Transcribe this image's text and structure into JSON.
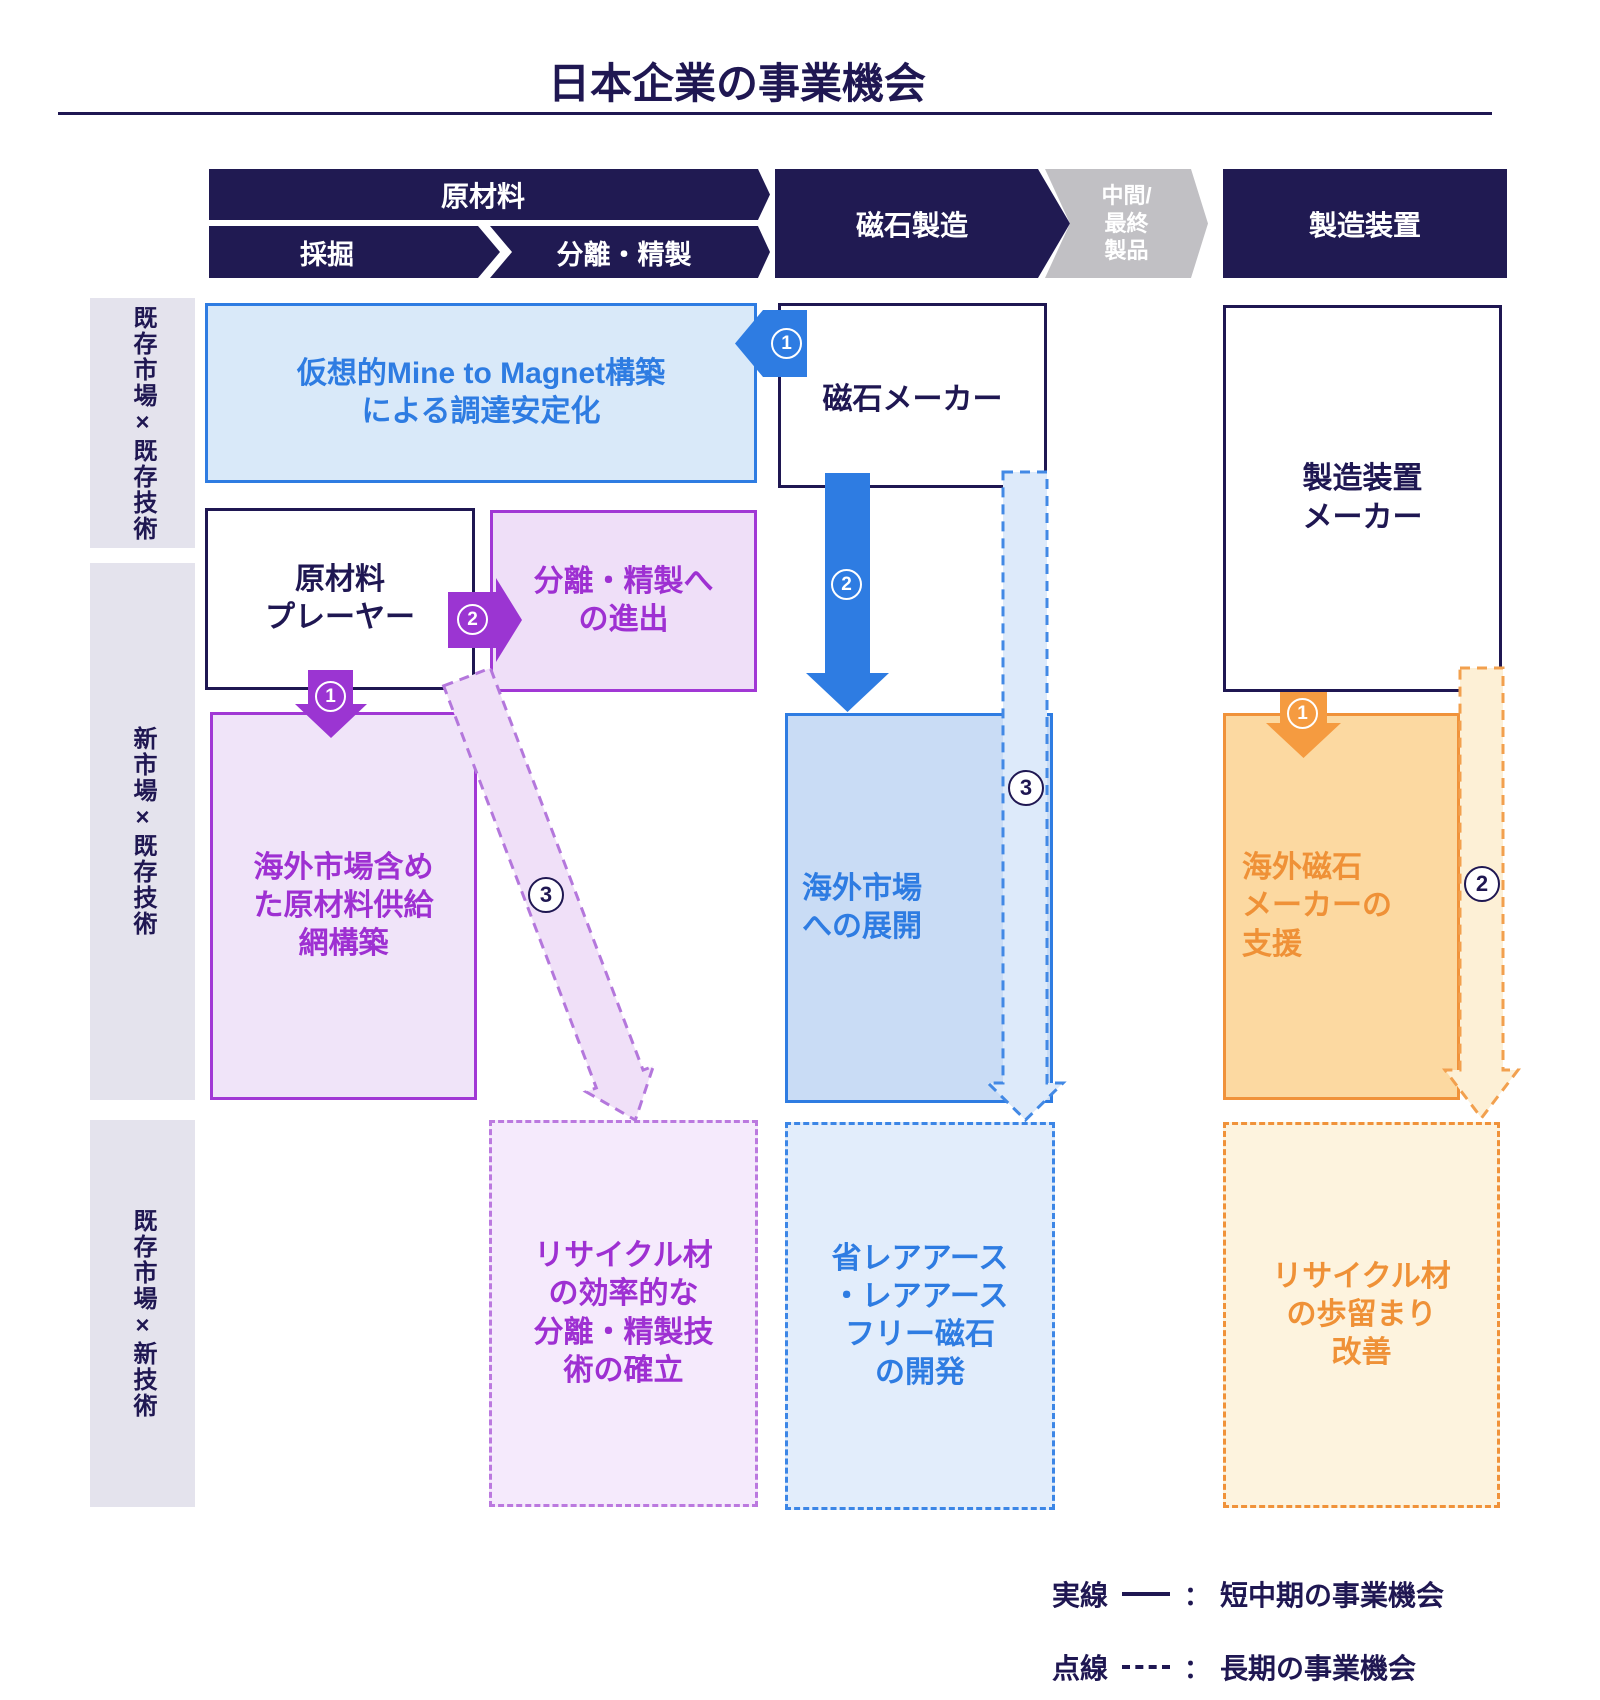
{
  "title": "日本企業の事業機会",
  "header": {
    "raw_materials": "原材料",
    "mining": "採掘",
    "separation": "分離・精製",
    "magnet_manufacturing": "磁石製造",
    "intermediate_final": "中間/\n最終\n製品",
    "equipment": "製造装置"
  },
  "row_labels": {
    "existing_market_existing_tech": "既存市場×既存技術",
    "new_market_existing_tech": "新市場×既存技術",
    "existing_market_new_tech": "既存市場×新技術"
  },
  "boxes": {
    "mine_to_magnet": "仮想的Mine to Magnet構築\nによる調達安定化",
    "magnet_maker": "磁石メーカー",
    "equipment_maker": "製造装置\nメーカー",
    "raw_material_player": "原材料\nプレーヤー",
    "separation_entry": "分離・精製へ\nの進出",
    "supply_network": "海外市場含め\nた原材料供給\n網構築",
    "overseas_market": "海外市場\nへの展開",
    "overseas_magnet_support": "海外磁石\nメーカーの\n支援",
    "recycle_separation_tech": "リサイクル材\nの効率的な\n分離・精製技\n術の確立",
    "rare_earth_free_magnet": "省レアアース\n・レアアース\nフリー磁石\nの開発",
    "recycle_yield": "リサイクル材\nの歩留まり\n改善"
  },
  "badges": {
    "blue_1": "1",
    "blue_2": "2",
    "blue_3": "3",
    "purple_1": "1",
    "purple_2": "2",
    "purple_3": "3",
    "orange_1": "1",
    "orange_2": "2"
  },
  "legend": {
    "solid_label": "実線",
    "colon": "：",
    "solid_desc": "短中期の事業機会",
    "dashed_label": "点線",
    "dashed_desc": "長期の事業機会"
  },
  "colors": {
    "navy": "#1f1752",
    "blue": "#2e7ce2",
    "purple": "#a138d5",
    "orange": "#f0923a",
    "gray_stage": "#c1c0c4",
    "row_label_bg": "#e4e3ed"
  }
}
